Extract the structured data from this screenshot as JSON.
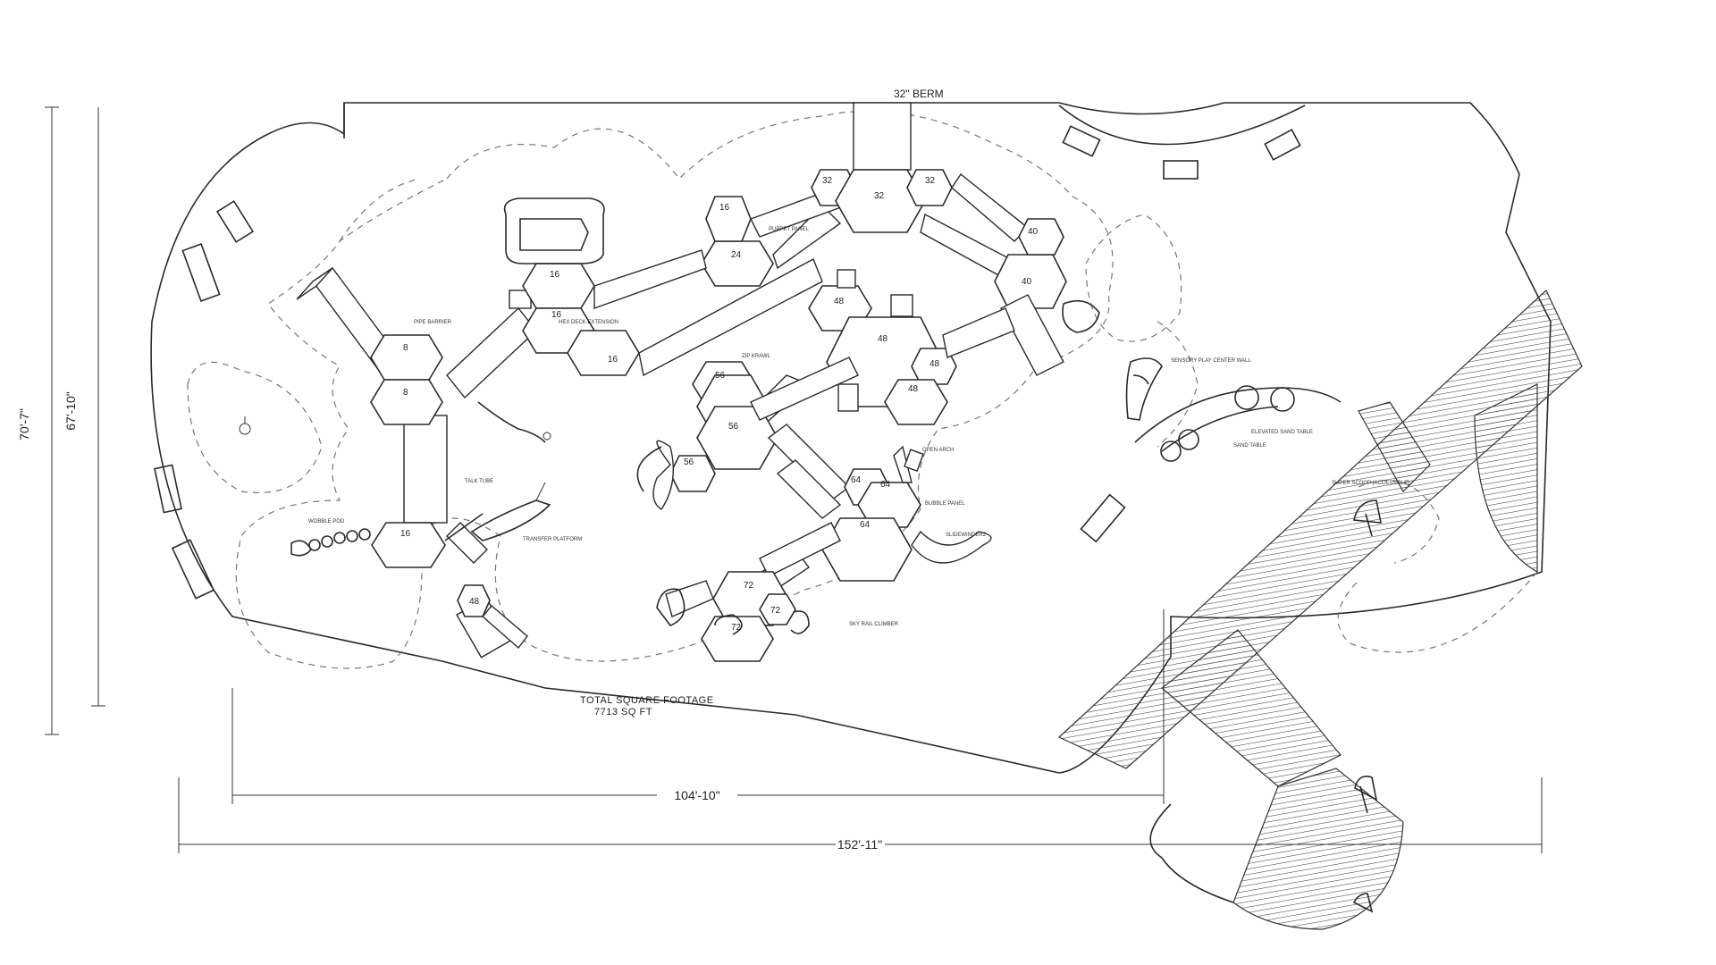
{
  "dimensions": {
    "width_overall": "152'-11\"",
    "width_inner": "104'-10\"",
    "height_outer": "70'-7\"",
    "height_inner": "67'-10\""
  },
  "berm_label": "32\" BERM",
  "total": {
    "label": "TOTAL SQUARE FOOTAGE",
    "value": "7713 SQ FT"
  },
  "deck_numbers": [
    "8",
    "8",
    "16",
    "16",
    "16",
    "16",
    "24",
    "32",
    "32",
    "32",
    "40",
    "40",
    "48",
    "48",
    "48",
    "48",
    "56",
    "56",
    "56",
    "64",
    "64",
    "64",
    "72",
    "72",
    "72",
    "16",
    "48"
  ],
  "components": [
    "SLIDEWINDER2",
    "OPEN ARCH",
    "SKY RAIL CLIMBER",
    "PIPE BARRIER",
    "PUPPET PANEL",
    "BUBBLE PANEL",
    "HEX DECK EXTENSION",
    "TALK TUBE",
    "SAND TABLE",
    "SENSORY PLAY CENTER WALL",
    "SUPER SCOOP (ACCESSIBLE)",
    "ELEVATED SAND TABLE",
    "TRANSFER PLATFORM",
    "WOBBLE POD",
    "ZIP KRAWL"
  ]
}
